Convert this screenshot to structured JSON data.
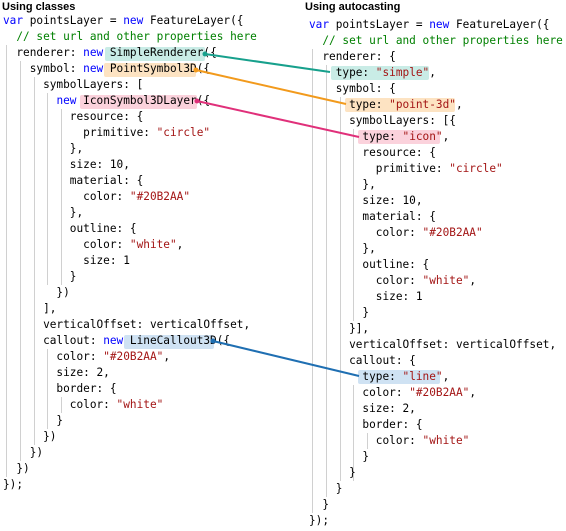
{
  "headings": {
    "classes": "Using classes",
    "autocasting": "Using autocasting"
  },
  "colors": {
    "teal": "#17a08c",
    "orange": "#f29a1c",
    "pink": "#e0307a",
    "blue": "#1f6fb2",
    "keyword": "#0000ff",
    "comment": "#008000",
    "string": "#a31515"
  },
  "classes_code": [
    [
      [
        "kw",
        "var"
      ],
      [
        "pl",
        " pointsLayer = "
      ],
      [
        "kw",
        "new"
      ],
      [
        "pl",
        " FeatureLayer({"
      ]
    ],
    [
      [
        "pl",
        "  "
      ],
      [
        "cm",
        "// set url and other properties here"
      ]
    ],
    [
      [
        "pl",
        "  renderer: "
      ],
      [
        "kw",
        "new"
      ],
      [
        "pl",
        " SimpleRenderer({"
      ]
    ],
    [
      [
        "pl",
        "    symbol: "
      ],
      [
        "kw",
        "new"
      ],
      [
        "pl",
        " PointSymbol3D({"
      ]
    ],
    [
      [
        "pl",
        "      symbolLayers: ["
      ]
    ],
    [
      [
        "pl",
        "        "
      ],
      [
        "kw",
        "new"
      ],
      [
        "pl",
        " IconSymbol3DLayer({"
      ]
    ],
    [
      [
        "pl",
        "          resource: {"
      ]
    ],
    [
      [
        "pl",
        "            primitive: "
      ],
      [
        "st",
        "\"circle\""
      ]
    ],
    [
      [
        "pl",
        "          },"
      ]
    ],
    [
      [
        "pl",
        "          size: 10,"
      ]
    ],
    [
      [
        "pl",
        "          material: {"
      ]
    ],
    [
      [
        "pl",
        "            color: "
      ],
      [
        "st",
        "\"#20B2AA\""
      ]
    ],
    [
      [
        "pl",
        "          },"
      ]
    ],
    [
      [
        "pl",
        "          outline: {"
      ]
    ],
    [
      [
        "pl",
        "            color: "
      ],
      [
        "st",
        "\"white\""
      ],
      [
        "pl",
        ","
      ]
    ],
    [
      [
        "pl",
        "            size: 1"
      ]
    ],
    [
      [
        "pl",
        "          }"
      ]
    ],
    [
      [
        "pl",
        "        })"
      ]
    ],
    [
      [
        "pl",
        "      ],"
      ]
    ],
    [
      [
        "pl",
        "      verticalOffset: verticalOffset,"
      ]
    ],
    [
      [
        "pl",
        "      callout: "
      ],
      [
        "kw",
        "new"
      ],
      [
        "pl",
        " LineCallout3D({"
      ]
    ],
    [
      [
        "pl",
        "        color: "
      ],
      [
        "st",
        "\"#20B2AA\""
      ],
      [
        "pl",
        ","
      ]
    ],
    [
      [
        "pl",
        "        size: 2,"
      ]
    ],
    [
      [
        "pl",
        "        border: {"
      ]
    ],
    [
      [
        "pl",
        "          color: "
      ],
      [
        "st",
        "\"white\""
      ]
    ],
    [
      [
        "pl",
        "        }"
      ]
    ],
    [
      [
        "pl",
        "      })"
      ]
    ],
    [
      [
        "pl",
        "    })"
      ]
    ],
    [
      [
        "pl",
        "  })"
      ]
    ],
    [
      [
        "pl",
        "});"
      ]
    ]
  ],
  "autocasting_code": [
    [
      [
        "kw",
        "var"
      ],
      [
        "pl",
        " pointsLayer = "
      ],
      [
        "kw",
        "new"
      ],
      [
        "pl",
        " FeatureLayer({"
      ]
    ],
    [
      [
        "pl",
        "  "
      ],
      [
        "cm",
        "// set url and other properties here"
      ]
    ],
    [
      [
        "pl",
        "  renderer: {"
      ]
    ],
    [
      [
        "pl",
        "    type: "
      ],
      [
        "st",
        "\"simple\""
      ],
      [
        "pl",
        ","
      ]
    ],
    [
      [
        "pl",
        "    symbol: {"
      ]
    ],
    [
      [
        "pl",
        "      type: "
      ],
      [
        "st",
        "\"point-3d\""
      ],
      [
        "pl",
        ","
      ]
    ],
    [
      [
        "pl",
        "      symbolLayers: [{"
      ]
    ],
    [
      [
        "pl",
        "        type: "
      ],
      [
        "st",
        "\"icon\""
      ],
      [
        "pl",
        ","
      ]
    ],
    [
      [
        "pl",
        "        resource: {"
      ]
    ],
    [
      [
        "pl",
        "          primitive: "
      ],
      [
        "st",
        "\"circle\""
      ]
    ],
    [
      [
        "pl",
        "        },"
      ]
    ],
    [
      [
        "pl",
        "        size: 10,"
      ]
    ],
    [
      [
        "pl",
        "        material: {"
      ]
    ],
    [
      [
        "pl",
        "          color: "
      ],
      [
        "st",
        "\"#20B2AA\""
      ]
    ],
    [
      [
        "pl",
        "        },"
      ]
    ],
    [
      [
        "pl",
        "        outline: {"
      ]
    ],
    [
      [
        "pl",
        "          color: "
      ],
      [
        "st",
        "\"white\""
      ],
      [
        "pl",
        ","
      ]
    ],
    [
      [
        "pl",
        "          size: 1"
      ]
    ],
    [
      [
        "pl",
        "        }"
      ]
    ],
    [
      [
        "pl",
        "      }],"
      ]
    ],
    [
      [
        "pl",
        "      verticalOffset: verticalOffset,"
      ]
    ],
    [
      [
        "pl",
        "      callout: {"
      ]
    ],
    [
      [
        "pl",
        "        type: "
      ],
      [
        "st",
        "\"line\""
      ],
      [
        "pl",
        ","
      ]
    ],
    [
      [
        "pl",
        "        color: "
      ],
      [
        "st",
        "\"#20B2AA\""
      ],
      [
        "pl",
        ","
      ]
    ],
    [
      [
        "pl",
        "        size: 2,"
      ]
    ],
    [
      [
        "pl",
        "        border: {"
      ]
    ],
    [
      [
        "pl",
        "          color: "
      ],
      [
        "st",
        "\"white\""
      ]
    ],
    [
      [
        "pl",
        "        }"
      ]
    ],
    [
      [
        "pl",
        "      }"
      ]
    ],
    [
      [
        "pl",
        "    }"
      ]
    ],
    [
      [
        "pl",
        "  }"
      ]
    ],
    [
      [
        "pl",
        "});"
      ]
    ]
  ]
}
